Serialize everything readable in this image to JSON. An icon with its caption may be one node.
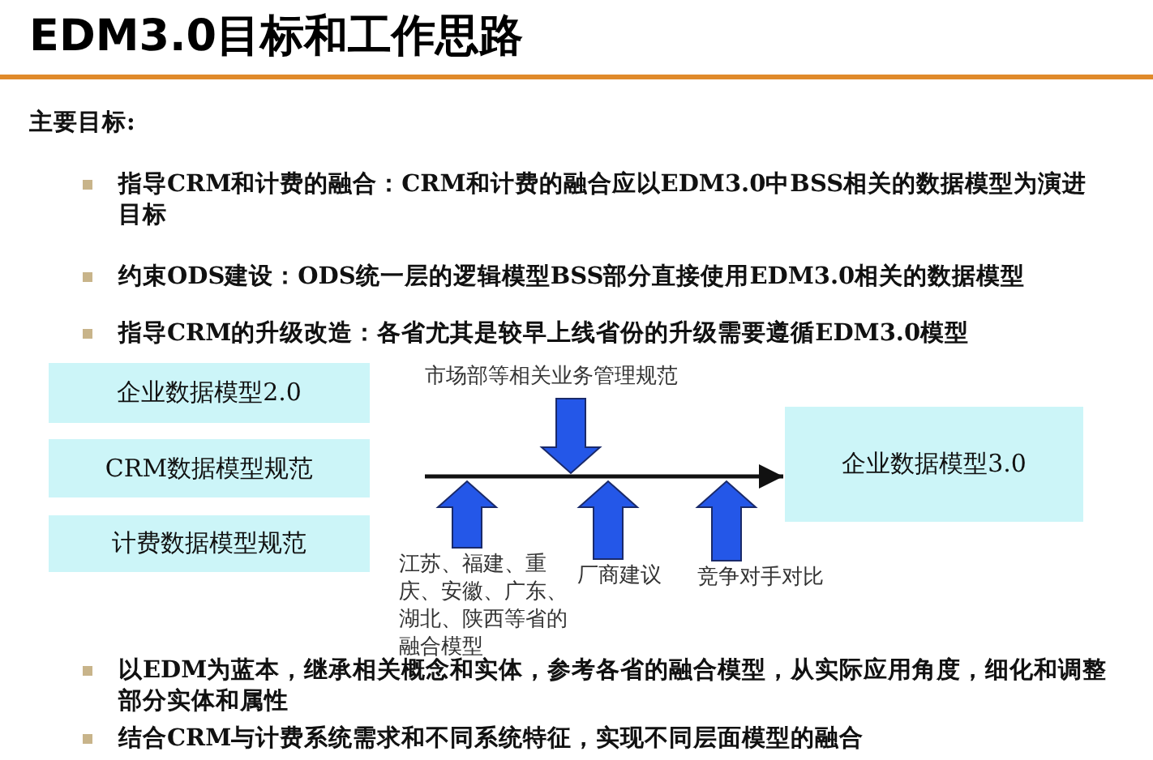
{
  "diagram": {
    "title": "EDM3.0目标和工作思路",
    "nodes": [
      {
        "text": [
          "企业数据模型2.0"
        ]
      },
      {
        "text": [
          "市场部等相关业务管理规范"
        ]
      },
      {
        "text": [
          "CRM数据模型规范"
        ]
      },
      {
        "text": [
          "企业数据模型3.0"
        ]
      },
      {
        "text": [
          "计费数据模型规范"
        ]
      },
      {
        "text": [
          "江苏、福建、重庆、安徽、广东、湖北、陕西等省的融合模型"
        ]
      },
      {
        "text": [
          "厂商建议"
        ]
      },
      {
        "text": [
          "竞争对手对比"
        ]
      }
    ],
    "edges": [
      {
        "from": 1,
        "to": null,
        "arrow": "to",
        "style": "thick"
      },
      {
        "from": null,
        "to": 3,
        "arrow": "to"
      },
      {
        "from": 5,
        "to": null,
        "arrow": "to",
        "style": "thick"
      },
      {
        "from": 6,
        "to": null,
        "arrow": "to",
        "style": "thick"
      },
      {
        "from": 7,
        "to": null,
        "arrow": "to",
        "style": "thick"
      }
    ],
    "labels": [
      "主要目标:",
      "指导CRM和计费的融合：CRM和计费的融合应以EDM3.0中BSS相关的数据模型为演进目标",
      "约束ODS建设：ODS统一层的逻辑模型BSS部分直接使用EDM3.0相关的数据模型",
      "指导CRM的升级改造：各省尤其是较早上线省份的升级需要遵循EDM3.0模型",
      "以EDM为蓝本，继承相关概念和实体，参考各省的融合模型，从实际应用角度，细化和调整部分实体和属性",
      "结合CRM与计费系统需求和不同系统特征，实现不同层面模型的融合"
    ]
  }
}
